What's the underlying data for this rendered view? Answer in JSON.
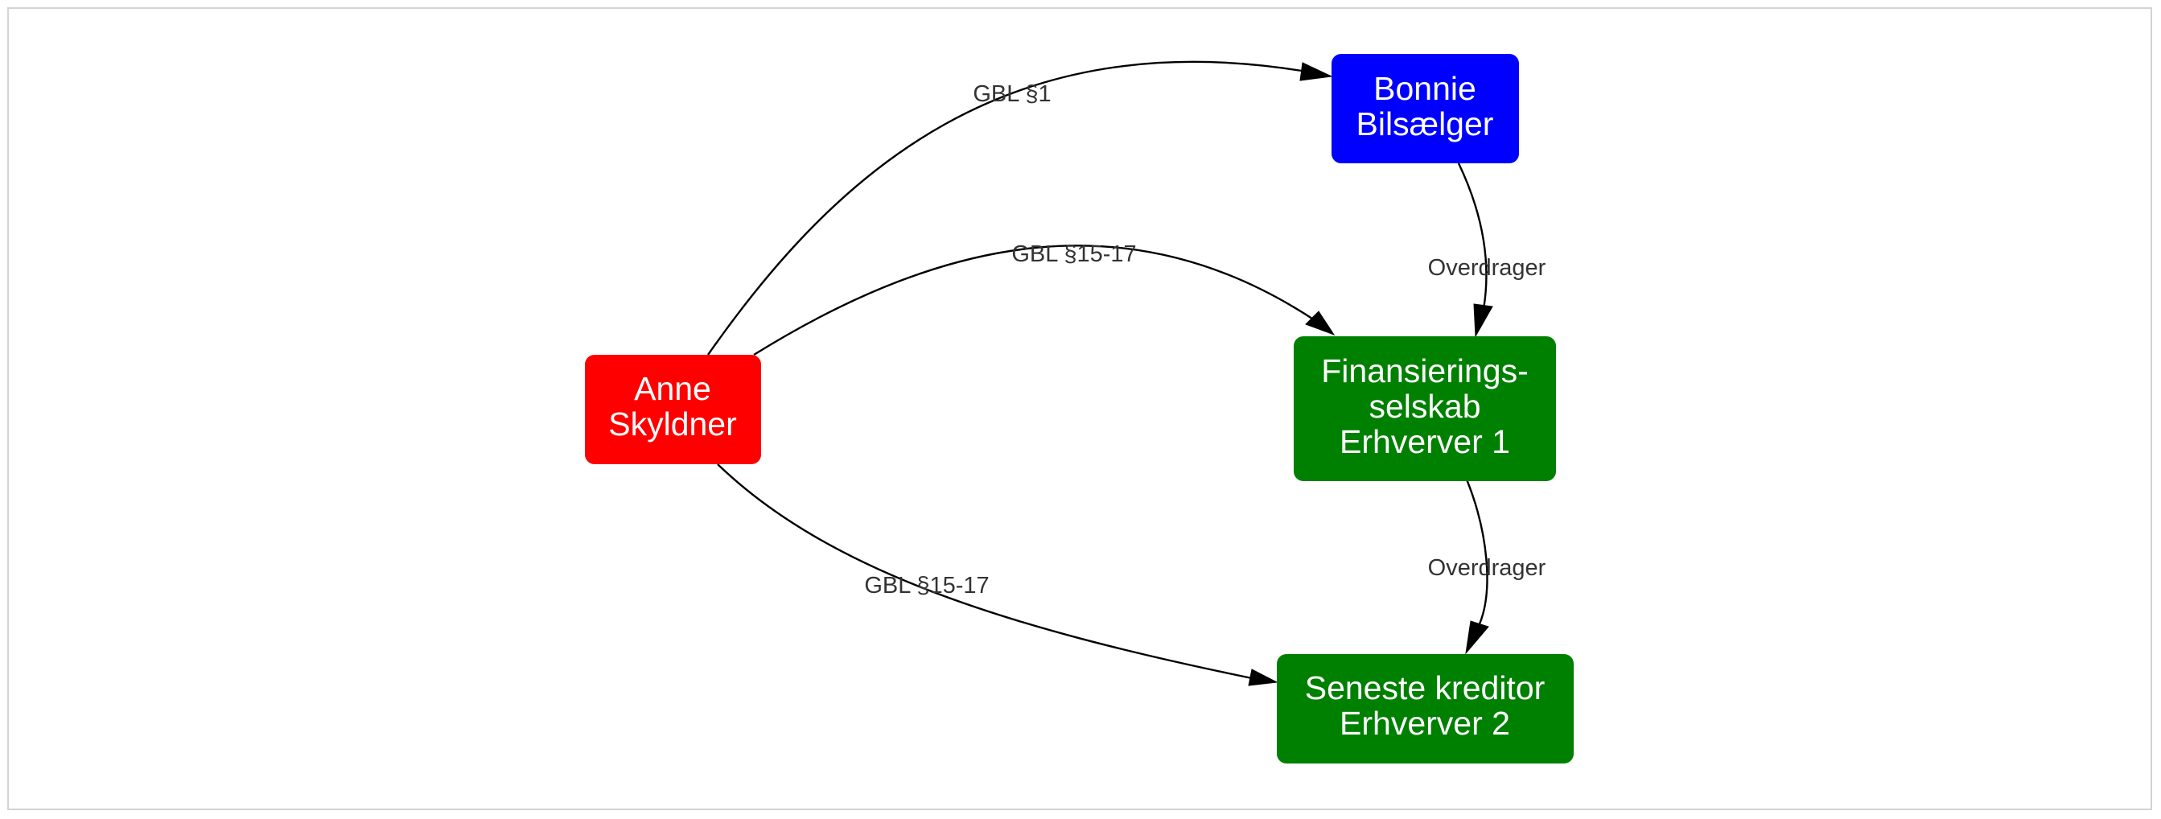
{
  "nodes": {
    "anne": {
      "lines": [
        "Anne",
        "Skyldner"
      ],
      "color": "#ff0000"
    },
    "bonnie": {
      "lines": [
        "Bonnie",
        "Bilsælger"
      ],
      "color": "#0000ff"
    },
    "finans": {
      "lines": [
        "Finansierings-",
        "selskab",
        "Erhverver 1"
      ],
      "color": "#008000"
    },
    "seneste": {
      "lines": [
        "Seneste kreditor",
        "Erhverver 2"
      ],
      "color": "#008000"
    }
  },
  "edges": {
    "anne_bonnie": {
      "label": "GBL §1"
    },
    "anne_finans": {
      "label": "GBL §15-17"
    },
    "anne_seneste": {
      "label": "GBL §15-17"
    },
    "bonnie_finans": {
      "label": "Overdrager"
    },
    "finans_seneste": {
      "label": "Overdrager"
    }
  }
}
